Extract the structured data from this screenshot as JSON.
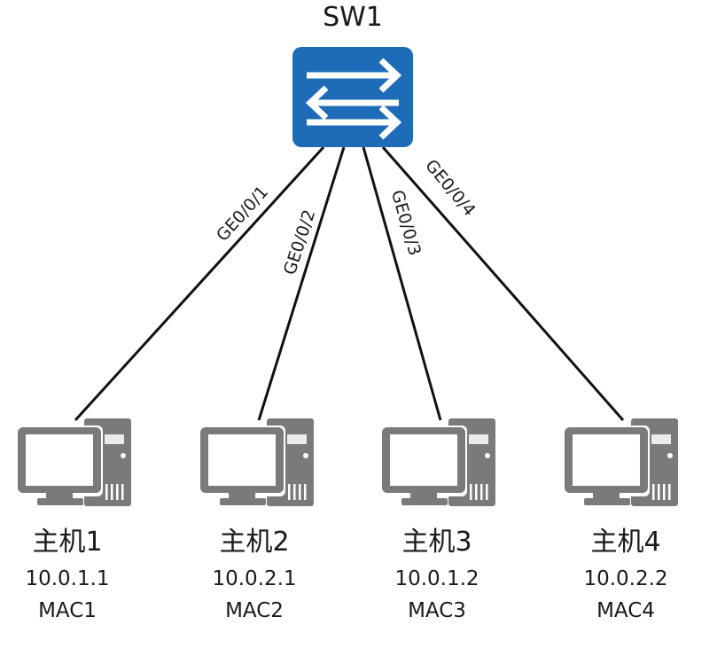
{
  "switch": {
    "name": "SW1",
    "icon": "switch-icon",
    "color": "#1e6cb8"
  },
  "links": [
    {
      "port": "GE0/0/1",
      "host_index": 0
    },
    {
      "port": "GE0/0/2",
      "host_index": 1
    },
    {
      "port": "GE0/0/3",
      "host_index": 2
    },
    {
      "port": "GE0/0/4",
      "host_index": 3
    }
  ],
  "hosts": [
    {
      "name": "主机1",
      "ip": "10.0.1.1",
      "mac": "MAC1",
      "icon": "pc-icon"
    },
    {
      "name": "主机2",
      "ip": "10.0.2.1",
      "mac": "MAC2",
      "icon": "pc-icon"
    },
    {
      "name": "主机3",
      "ip": "10.0.1.2",
      "mac": "MAC3",
      "icon": "pc-icon"
    },
    {
      "name": "主机4",
      "ip": "10.0.2.2",
      "mac": "MAC4",
      "icon": "pc-icon"
    }
  ],
  "colors": {
    "pc_gray": "#7a7a7a",
    "line": "#111111"
  }
}
